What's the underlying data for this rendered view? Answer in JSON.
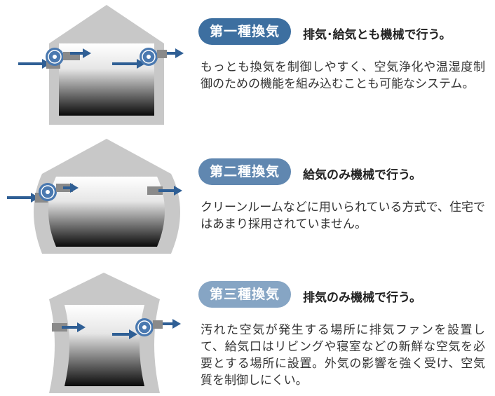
{
  "sections": [
    {
      "badge": "第一種換気",
      "headline": "排気･給気とも機械で行う。",
      "description": "もっとも換気を制御しやすく、空気浄化や温湿度制御のための機能を組み込むことも可能なシステム。"
    },
    {
      "badge": "第二種換気",
      "headline": "給気のみ機械で行う。",
      "description": "クリーンルームなどに用いられている方式で、住宅ではあまり採用されていません。"
    },
    {
      "badge": "第三種換気",
      "headline": "排気のみ機械で行う。",
      "description": "汚れた空気が発生する場所に排気ファンを設置して、給気口はリビングや寝室などの新鮮な空気を必要とする場所に設置。外気の影響を強く受け、空気質を制御しにくい。"
    }
  ],
  "colors": {
    "arrow": "#2f5f95",
    "house": "#c8c8c8",
    "fan": "#4a79b0",
    "duct": "#8a8a8a",
    "badge1": "#3d6fa0",
    "badge2": "#6087b0",
    "badge3": "#86a5c4"
  }
}
